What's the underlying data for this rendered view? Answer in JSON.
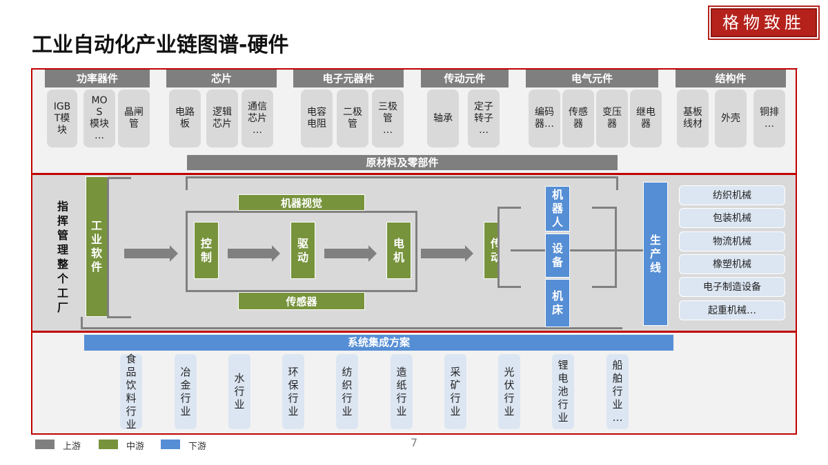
{
  "header": {
    "title": "工业自动化产业链图谱-硬件",
    "seal_text": "格物致胜"
  },
  "upstream": {
    "categories": [
      {
        "title": "功率器件",
        "items": [
          "IGBT模块",
          "MOS模块…",
          "晶闸管"
        ]
      },
      {
        "title": "芯片",
        "items": [
          "电路板",
          "逻辑芯片",
          "通信芯片…"
        ]
      },
      {
        "title": "电子元器件",
        "items": [
          "电容电阻",
          "二极管",
          "三极管…"
        ]
      },
      {
        "title": "传动元件",
        "items": [
          "轴承",
          "定子转子…"
        ]
      },
      {
        "title": "电气元件",
        "items": [
          "编码器…",
          "传感器",
          "变压器",
          "继电器"
        ]
      },
      {
        "title": "结构件",
        "items": [
          "基板线材",
          "外壳",
          "铜排…"
        ]
      }
    ],
    "card_lines": {
      "0": [
        [
          "IGB",
          "T模",
          "块"
        ],
        [
          "MO",
          "S",
          "模块",
          "…"
        ],
        [
          "晶闸",
          "管"
        ]
      ],
      "1": [
        [
          "电路",
          "板"
        ],
        [
          "逻辑",
          "芯片"
        ],
        [
          "通信",
          "芯片",
          "…"
        ]
      ],
      "2": [
        [
          "电容",
          "电阻"
        ],
        [
          "二极",
          "管"
        ],
        [
          "三极",
          "管",
          "…"
        ]
      ],
      "3": [
        [
          "轴承"
        ],
        [
          "定子",
          "转子",
          "…"
        ]
      ],
      "4": [
        [
          "编码",
          "器…"
        ],
        [
          "传感",
          "器"
        ],
        [
          "变压",
          "器"
        ],
        [
          "继电",
          "器"
        ]
      ],
      "5": [
        [
          "基板",
          "线材"
        ],
        [
          "外壳"
        ],
        [
          "铜排",
          "…"
        ]
      ]
    },
    "raw_materials_label": "原材料及零部件"
  },
  "midstream": {
    "side_label": "指挥管理整个工厂",
    "software_label": "工业软件",
    "machine_vision_label": "机器视觉",
    "sensor_label": "传感器",
    "control_label": "控制",
    "drive_label": "驱动",
    "motor_label": "电机",
    "transmission_label": "传动"
  },
  "downstream": {
    "equipment": [
      "机器人",
      "设备",
      "机床"
    ],
    "production_line_label": "生产线",
    "applications": [
      "纺织机械",
      "包装机械",
      "物流机械",
      "橡塑机械",
      "电子制造设备",
      "起重机械…"
    ],
    "system_integration_label": "系统集成方案",
    "industries": [
      "食品饮料行业",
      "冶金行业",
      "水行业",
      "环保行业",
      "纺织行业",
      "造纸行业",
      "采矿行业",
      "光伏行业",
      "锂电池行业",
      "船舶行业…"
    ]
  },
  "legend": [
    {
      "label": "上游",
      "color": "#7f7f7f"
    },
    {
      "label": "中游",
      "color": "#77933c"
    },
    {
      "label": "下游",
      "color": "#558ed5"
    }
  ],
  "page_number": "7"
}
